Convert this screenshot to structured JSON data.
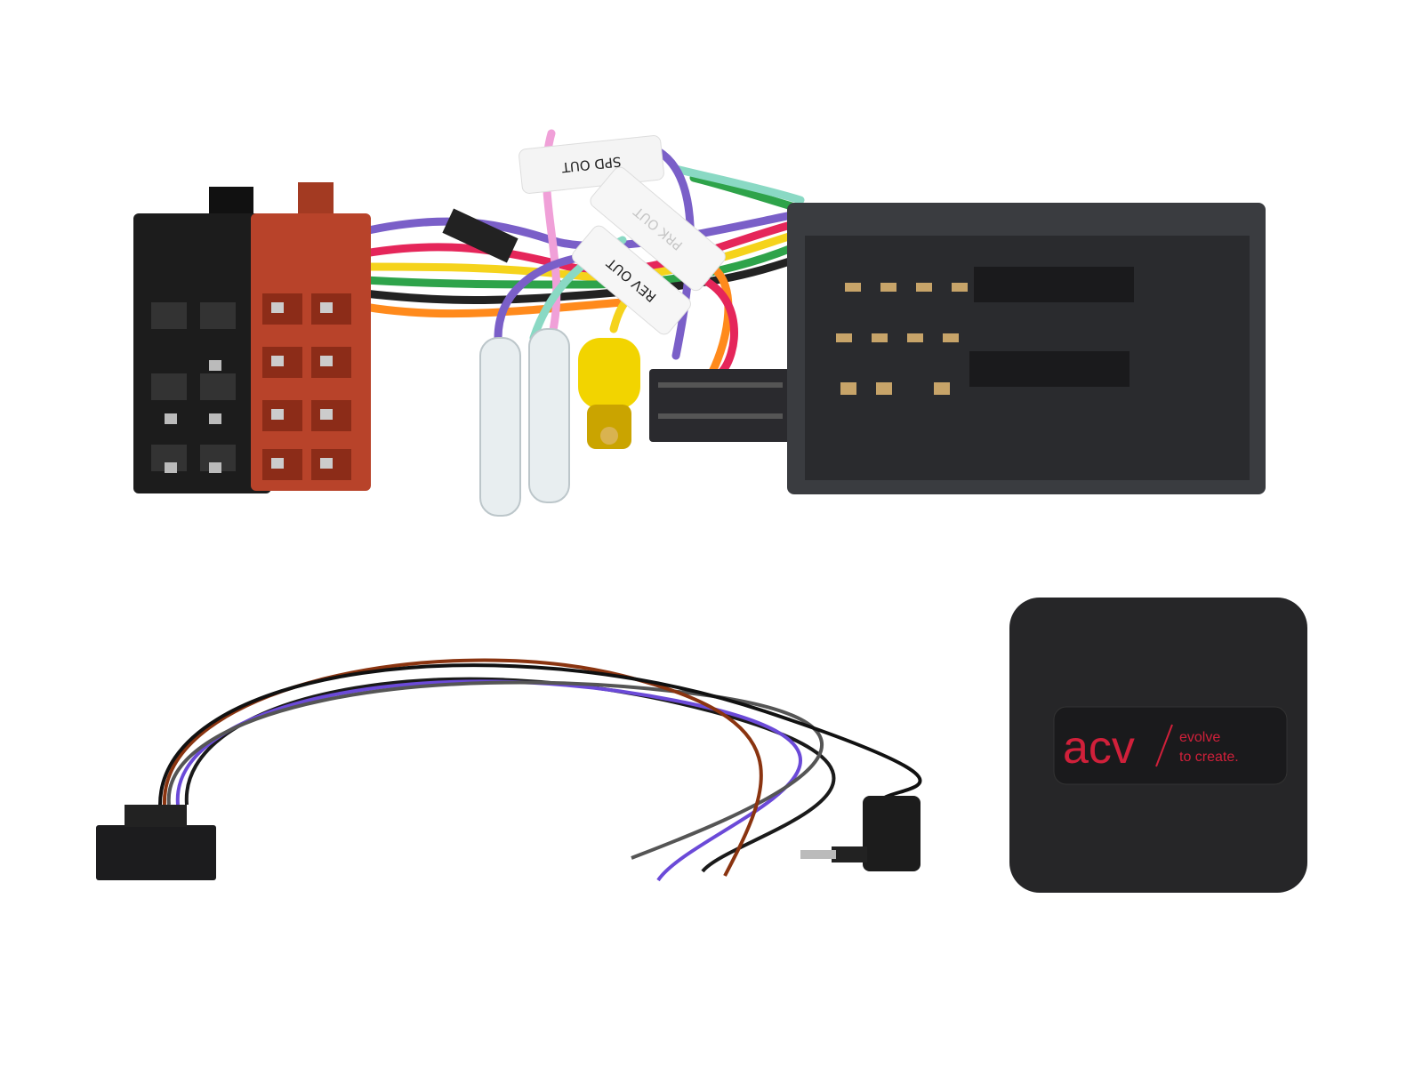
{
  "labels": {
    "spd": "SPD OUT",
    "prk": "PRK OUT",
    "rev": "REV OUT"
  },
  "logo": {
    "brand": "acv",
    "tagline_1": "evolve",
    "tagline_2": "to create."
  },
  "colors": {
    "brand_red": "#d0203a",
    "iso_red": "#b8432a",
    "connector_grey": "#3a3c40"
  }
}
